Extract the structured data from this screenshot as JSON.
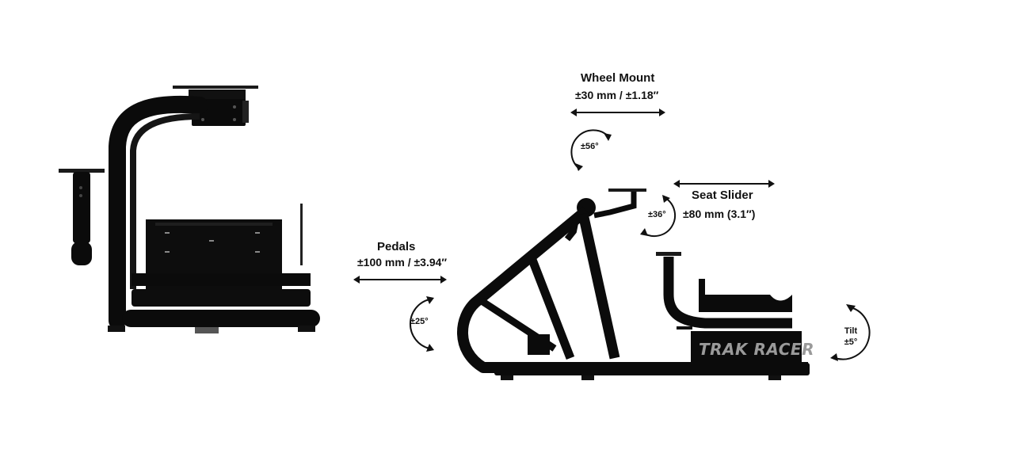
{
  "annotations": {
    "wheel_mount": {
      "title": "Wheel Mount",
      "range": "±30 mm / ±1.18″",
      "rotation": "±56°"
    },
    "seat_slider": {
      "title": "Seat Slider",
      "range": "±80 mm (3.1″)",
      "rotation": "±36°"
    },
    "pedals": {
      "title": "Pedals",
      "range": "±100 mm / ±3.94″",
      "rotation": "±25°"
    },
    "tilt": {
      "title": "Tilt",
      "value": "±5°"
    }
  },
  "brand": {
    "text": "TRAK RACER"
  },
  "colors": {
    "frame": "#0b0b0b",
    "background": "#ffffff",
    "brand_text": "#9a9a9a"
  }
}
